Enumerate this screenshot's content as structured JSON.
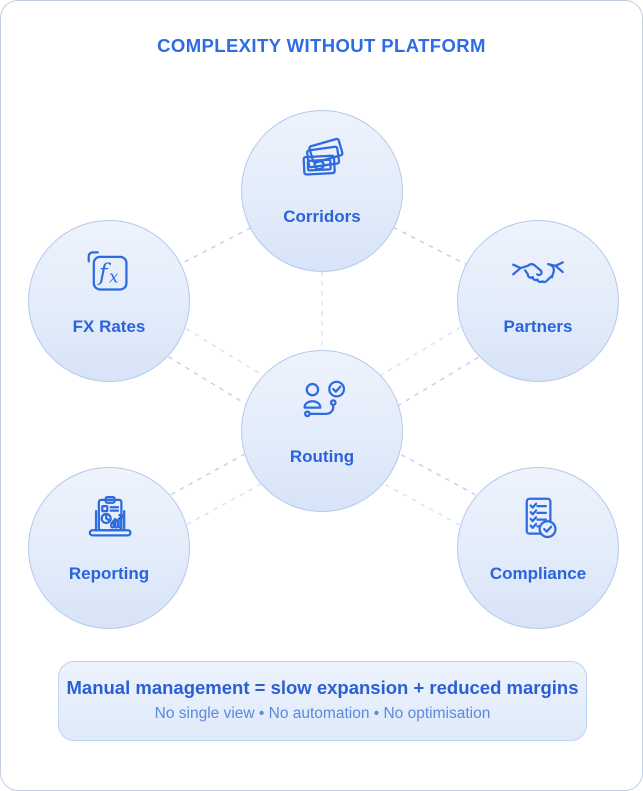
{
  "header": {
    "title": "COMPLEXITY WITHOUT PLATFORM"
  },
  "nodes": [
    {
      "id": "corridors",
      "label": "Corridors",
      "icon": "banknotes-icon"
    },
    {
      "id": "fx-rates",
      "label": "FX Rates",
      "icon": "fx-rates-icon"
    },
    {
      "id": "partners",
      "label": "Partners",
      "icon": "handshake-icon"
    },
    {
      "id": "routing",
      "label": "Routing",
      "icon": "routing-path-icon"
    },
    {
      "id": "reporting",
      "label": "Reporting",
      "icon": "report-chart-icon"
    },
    {
      "id": "compliance",
      "label": "Compliance",
      "icon": "compliance-checklist-icon"
    }
  ],
  "connections": [
    "corridors-fx-rates",
    "corridors-partners",
    "corridors-routing",
    "fx-rates-routing",
    "partners-routing",
    "reporting-routing",
    "compliance-routing"
  ],
  "banner": {
    "headline": "Manual management = slow expansion + reduced margins",
    "subtext": "No single view • No automation • No optimisation"
  },
  "colors": {
    "accent_blue": "#2d6ce4",
    "label_blue": "#2a64dc",
    "icon_stroke": "#2e6ae0",
    "circle_fill_top": "#eef3fc",
    "circle_fill_bottom": "#d7e3f7",
    "circle_border": "#b4c9ee",
    "dashed_line": "#c6d5ef",
    "banner_headline": "#2b5fd4",
    "banner_subtext": "#5d88dd"
  }
}
